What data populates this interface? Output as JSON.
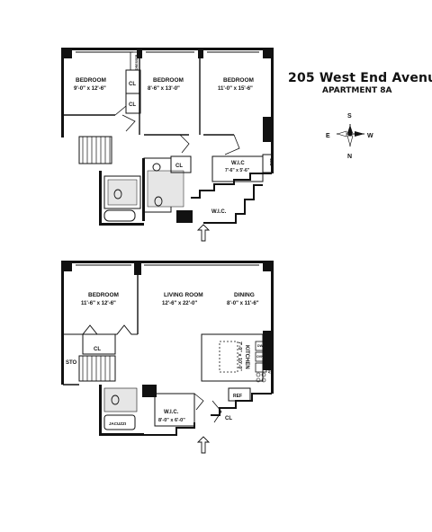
{
  "header": {
    "address": "205 West End Avenue",
    "apartment": "APARTMENT 8A"
  },
  "compass": {
    "top": "S",
    "left": "E",
    "right": "W",
    "bottom": "N"
  },
  "upper_floor": {
    "bedroom_1": {
      "label": "BEDROOM",
      "dims": "9'-0\" x 12'-6\""
    },
    "bedroom_2": {
      "label": "BEDROOM",
      "dims": "8'-6\" x 13'-0\""
    },
    "bedroom_3": {
      "label": "BEDROOM",
      "dims": "11'-0\" x 15'-6\""
    },
    "dresser": "DRESSER",
    "closet_a": "CL",
    "closet_b": "CL",
    "closet_c": "CL",
    "wic": {
      "label": "W.I.C",
      "dims": "7'-6\" x 5'-6\""
    },
    "washer_dryer": "W/D",
    "wic_2": "W.I.C."
  },
  "lower_floor": {
    "bedroom": {
      "label": "BEDROOM",
      "dims": "11'-6\" x 12'-6\""
    },
    "living_room": {
      "label": "LIVING ROOM",
      "dims": "12'-6\" x 22'-0\""
    },
    "dining": {
      "label": "DINING",
      "dims": "8'-0\" x 11'-6\""
    },
    "kitchen": {
      "label": "KITCHEN",
      "dims": "7'-0\" x 10'-0\""
    },
    "closet_a": "CL",
    "closet_b": "CL",
    "storage": "STO",
    "wic": {
      "label": "W.I.C.",
      "dims": "8'-0\" x 6'-0\""
    },
    "jacuzzi": "JACUZZI",
    "ref": "REF",
    "dw": "DW",
    "ovn": "OVN",
    "wasw": "WASW"
  }
}
